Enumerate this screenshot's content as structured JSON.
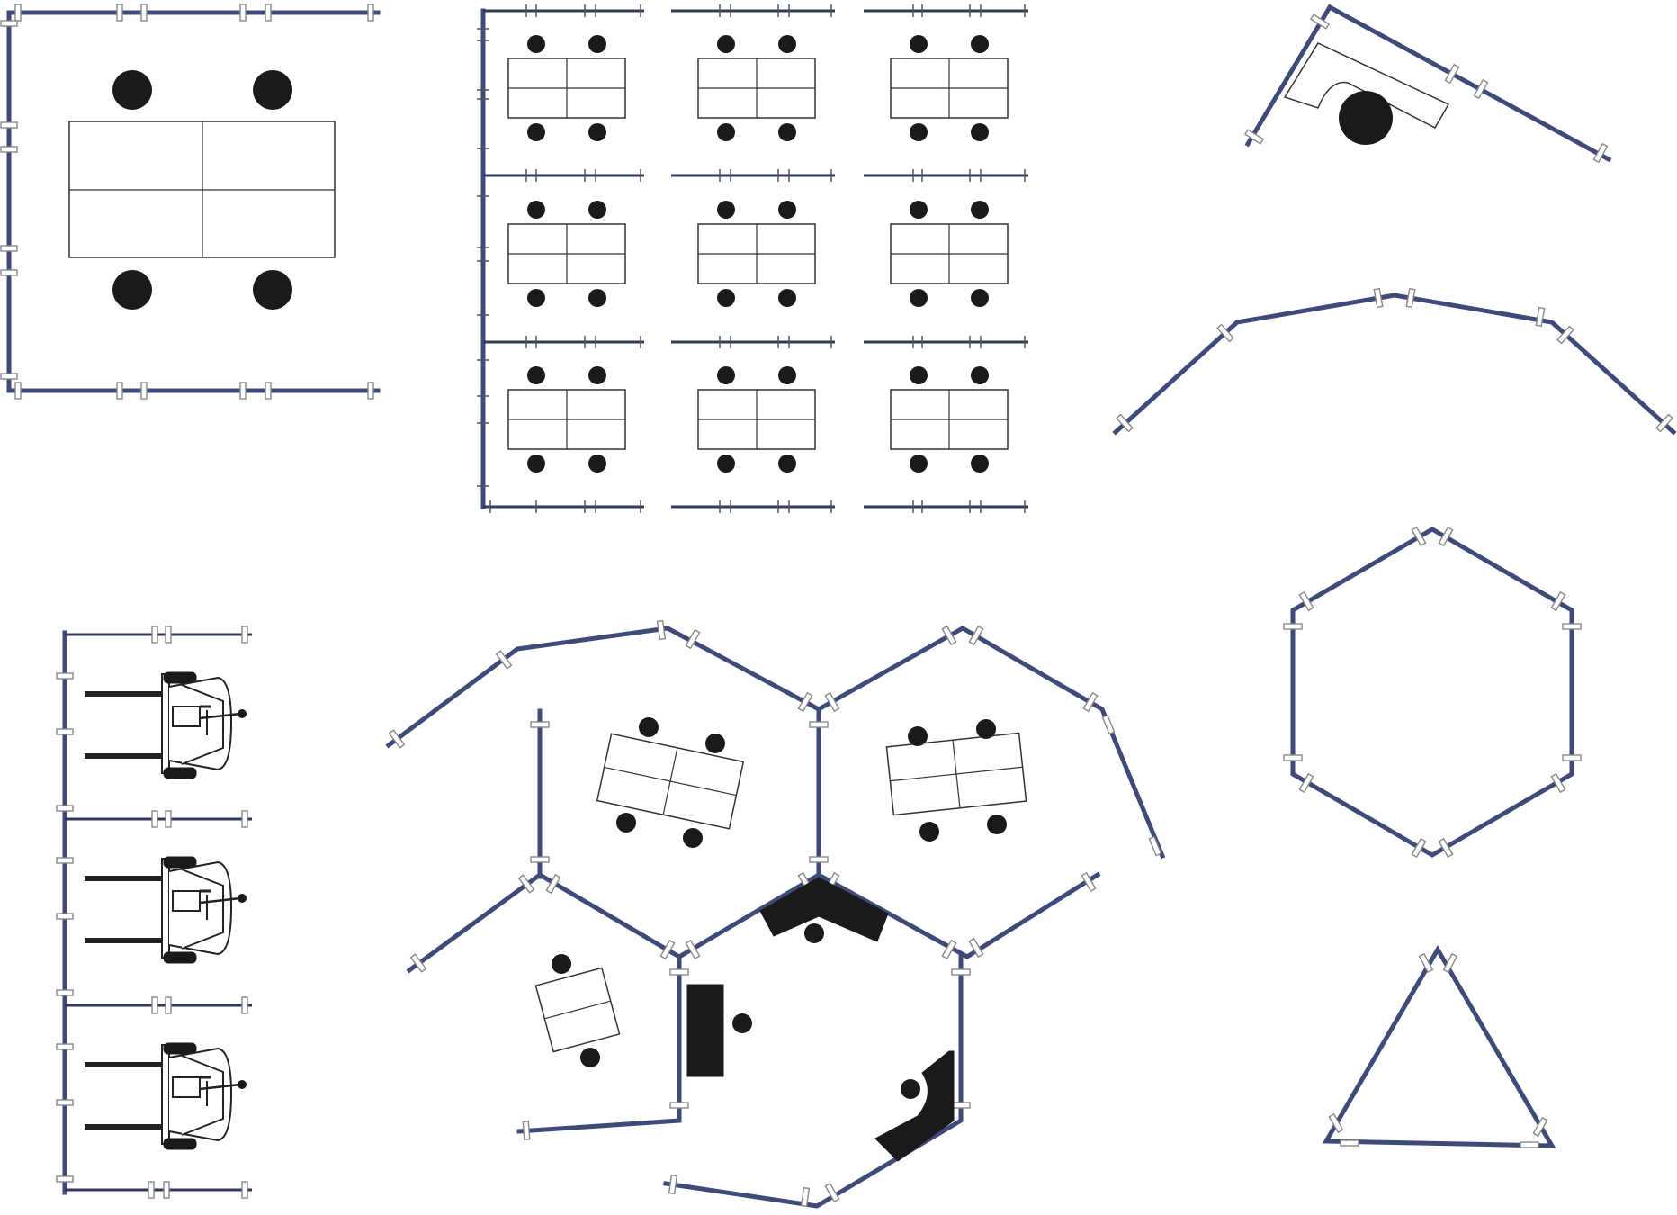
{
  "floor_plan": {
    "wall_color": "#3f4a78",
    "furniture_color": "#1a1a1a",
    "modules": [
      {
        "id": "four-person-team-module",
        "icon": "four-seat-table"
      },
      {
        "id": "cubicle-grid-3x3",
        "icon": "two-by-two-desk-pods"
      },
      {
        "id": "corner-workstation",
        "icon": "l-shaped-desk"
      },
      {
        "id": "curved-wall-run",
        "icon": "angled-panels"
      },
      {
        "id": "lab-bays",
        "icon": "equipment-benches"
      },
      {
        "id": "hexagonal-cluster",
        "icon": "hex-pods"
      },
      {
        "id": "hexagon-enclosure",
        "icon": "hexagon"
      },
      {
        "id": "triangle-enclosure",
        "icon": "triangle"
      }
    ]
  }
}
